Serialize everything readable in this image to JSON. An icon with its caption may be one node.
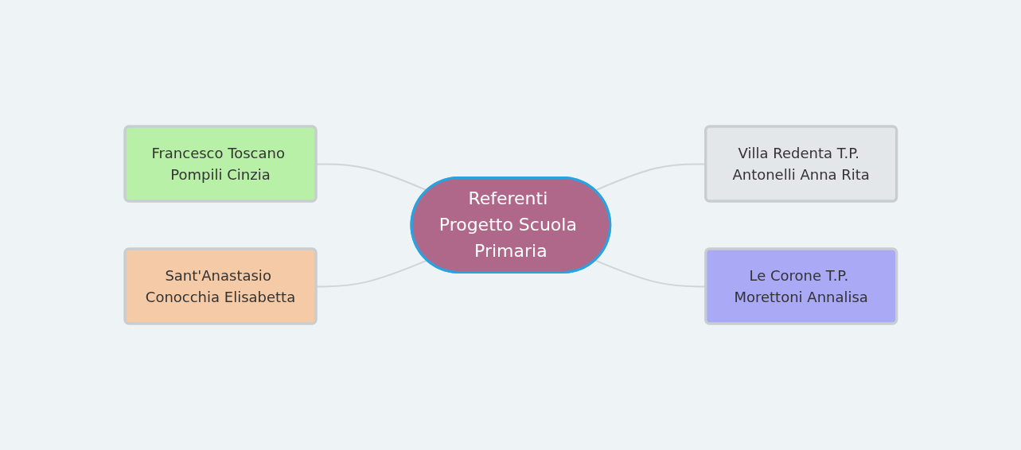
{
  "diagram": {
    "nodes": [
      {
        "text": [
          "Francesco Toscano Pompili Cinzia"
        ]
      },
      {
        "text": [
          "Villa Redenta T.P. Antonelli Anna Rita"
        ]
      },
      {
        "text": [
          "Referenti Progetto Scuola Primaria"
        ]
      },
      {
        "text": [
          "Le Corone T.P. Morettoni Annalisa"
        ]
      },
      {
        "text": [
          "Sant'Anastasio Conocchia Elisabetta"
        ]
      }
    ],
    "edges": [
      {
        "from": 2,
        "to": 0,
        "arrow": "none"
      },
      {
        "from": 2,
        "to": 1,
        "arrow": "none"
      },
      {
        "from": 2,
        "to": 3,
        "arrow": "none"
      },
      {
        "from": 2,
        "to": 4,
        "arrow": "none"
      }
    ]
  }
}
